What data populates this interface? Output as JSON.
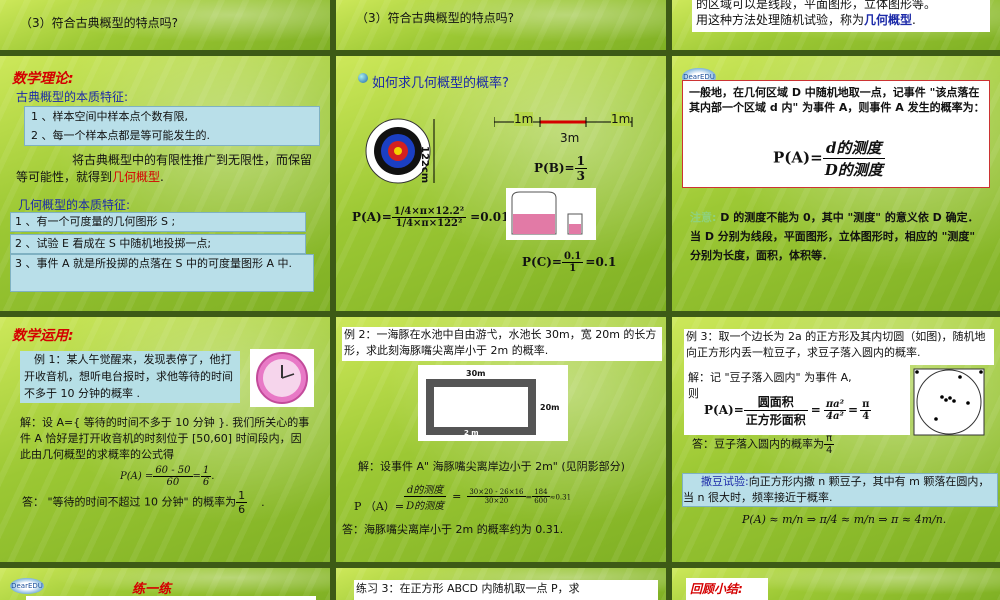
{
  "top": {
    "s1_q3": "（3）符合古典概型的特点吗?",
    "s2_q3": "（3）符合古典概型的特点吗?",
    "s3_line1": "的区域可以是线段，平面图形，立体图形等。",
    "s3_line2_pre": "用这种方法处理随机试验，称为",
    "s3_line2_red": "几何概型",
    "s3_line2_post": "."
  },
  "theory": {
    "heading": "数学理论:",
    "classic_title": "古典概型的本质特征:",
    "classic_items": [
      "1 、样本空间中样本点个数有限,",
      "2 、每一个样本点都是等可能发生的."
    ],
    "para_pre": "将古典概型中的有限性推广到无限性，而保留等可能性，就得到",
    "para_red": "几何概型",
    "para_post": ".",
    "geo_title": "几何概型的本质特征:",
    "geo_items": [
      "1 、有一个可度量的几何图形 S ;",
      "2 、试验 E 看成在 S 中随机地投掷一点;",
      "3 、事件 A 就是所投掷的点落在 S 中的可度量图形 A 中."
    ]
  },
  "howto": {
    "title": "如何求几何概型的概率?",
    "target_dim": "122cm",
    "seg_left": "1m",
    "seg_right": "1m",
    "seg_total": "3m",
    "pb_label": "P(B)=",
    "pb_num": "1",
    "pb_den": "3",
    "pa_label": "P(A)=",
    "pa_num": "1/4×π×12.2²",
    "pa_den": "1/4×π×122²",
    "pa_result": "=0.01",
    "pc_label": "P(C)=",
    "pc_num": "0.1",
    "pc_den": "1",
    "pc_result": "=0.1"
  },
  "general": {
    "para": "一般地，在几何区域 D 中随机地取一点，记事件 \"该点落在其内部一个区域 d 内\" 为事件 A，则事件 A 发生的概率为：",
    "formula_lhs": "P(A)=",
    "formula_num": "d的测度",
    "formula_den": "D的测度",
    "note_label": "注意:",
    "note": "D 的测度不能为 0，其中 \"测度\" 的意义依 D 确定．当 D 分别为线段，平面图形，立体图形时，相应的 \"测度\" 分别为长度，面积，体积等．"
  },
  "apply": {
    "heading": "数学运用:",
    "ex1": "例 1：某人午觉醒来，发现表停了，他打开收音机，想听电台报时，求他等待的时间不多于 10 分钟的概率 .",
    "sol": "解：设 A={ 等待的时间不多于 10 分钟 }. 我们所关心的事件 A 恰好是打开收音机的时刻位于 [50,60] 时间段内，因此由几何概型的求概率的公式得",
    "formula_lhs": "P(A) =",
    "formula_num": "60 - 50",
    "formula_den": "60",
    "formula_mid": "=",
    "formula_num2": "1",
    "formula_den2": "6",
    "formula_post": ".",
    "ans_pre": "答： \"等待的时间不超过 10 分钟\" 的概率为",
    "ans_num": "1",
    "ans_den": "6",
    "ans_post": "."
  },
  "dolphin": {
    "ex2": "例 2：一海豚在水池中自由游弋，水池长 30m，宽 20m 的长方形，求此刻海豚嘴尖离岸小于 2m 的概率.",
    "len": "30m",
    "wid": "20m",
    "margin": "2 m",
    "sol": "解：设事件 A\" 海豚嘴尖离岸边小于 2m\" (见阴影部分)",
    "pa_lhs": "P （A）=",
    "pa_num": "d的测度",
    "pa_den": "D的测度",
    "pa_eq": "=",
    "calc_num": "30×20 - 26×16",
    "calc_den": "30×20",
    "calc_eq": "=",
    "calc_num2": "184",
    "calc_den2": "600",
    "calc_res": "≈0.31",
    "ans": "答：海豚嘴尖离岸小于 2m 的概率约为 0.31."
  },
  "square": {
    "ex3": "例 3：取一个边长为 2a 的正方形及其内切圆（如图)，随机地向正方形内丢一粒豆子，求豆子落入圆内的概率.",
    "sol_pre": "解：记 \"豆子落入圆内\" 为事件 A,",
    "sol_then": "则",
    "pa_lhs": "P(A)=",
    "pa_num": "圆面积",
    "pa_den": "正方形面积",
    "eq1": "=",
    "num2": "πa²",
    "den2": "4a²",
    "eq2": "=",
    "num3": "π",
    "den3": "4",
    "ans_pre": "答：豆子落入圆内的概率为",
    "ans_num": "π",
    "ans_den": "4",
    "exp_label": "撒豆试验:",
    "exp": "向正方形内撒 n 颗豆子，其中有 m 颗落在圆内，当 n 很大时，频率接近于概率.",
    "approx": "P(A) ≈ m/n ⇒ π/4 ≈ m/n ⇒ π ≈ 4m/n."
  },
  "bottom": {
    "b1": "练一练",
    "b2": "练习 3：在正方形 ABCD 内随机取一点 P，求",
    "b3": "回顾小结:"
  },
  "logo_text": "DearEDU"
}
